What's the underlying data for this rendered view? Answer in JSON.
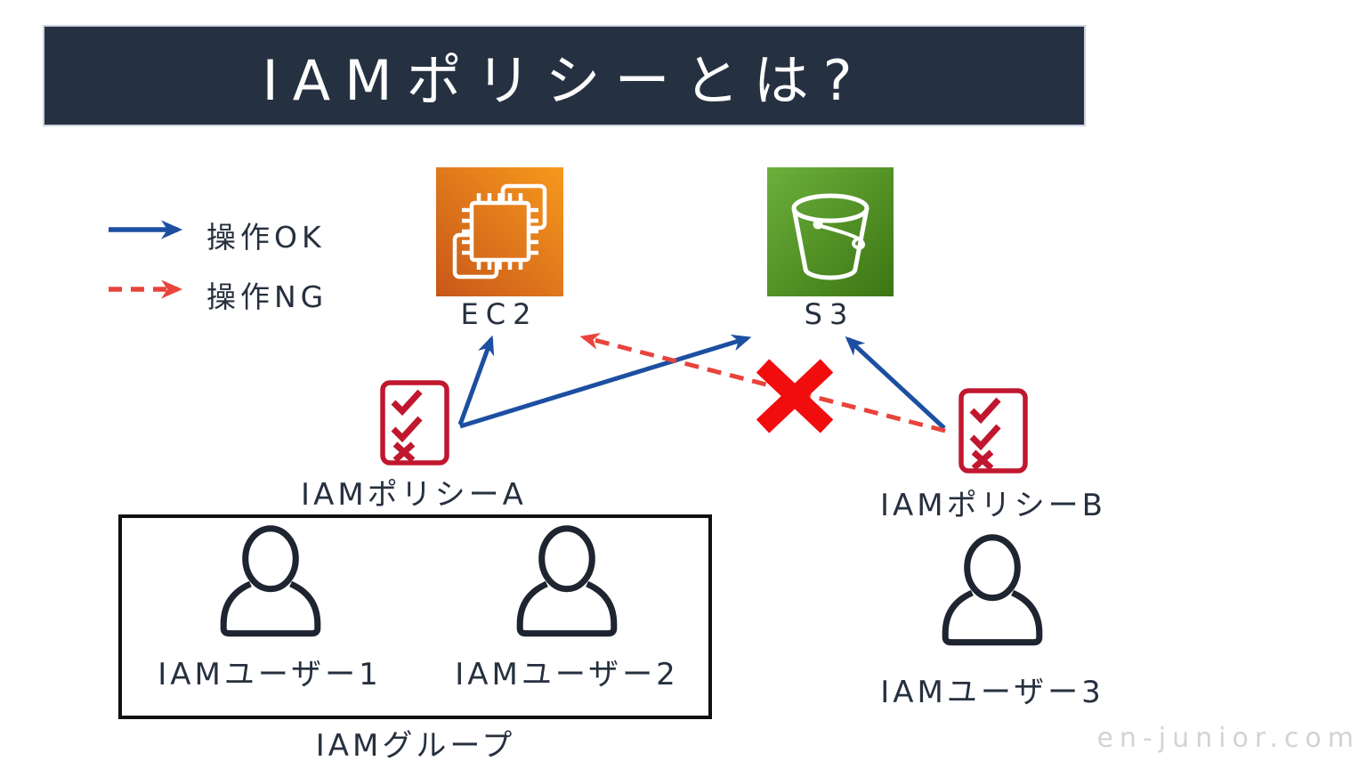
{
  "title": "IAMポリシーとは?",
  "legend": {
    "ok": "操作OK",
    "ng": "操作NG"
  },
  "services": {
    "ec2": "EC2",
    "s3": "S3"
  },
  "policies": {
    "a": "IAMポリシーA",
    "b": "IAMポリシーB"
  },
  "group": {
    "label": "IAMグループ",
    "user1": "IAMユーザー1",
    "user2": "IAMユーザー2"
  },
  "user3": "IAMユーザー3",
  "watermark": "en-junior.com",
  "colors": {
    "title_bg": "#253140",
    "text": "#26303f",
    "ok_arrow_blue": "#1c4fa1",
    "ng_arrow_red": "#e8443c",
    "cross_red": "#f10d0d",
    "policy_red": "#c0172f",
    "ec2_gradient_start": "#c8571a",
    "ec2_gradient_end": "#f7991d",
    "s3_gradient_start": "#6cb03c",
    "s3_gradient_end": "#3c7513",
    "watermark_gray": "#d3d3d3"
  }
}
